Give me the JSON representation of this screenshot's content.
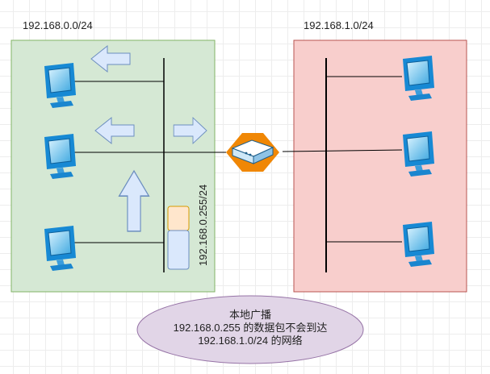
{
  "subnets": {
    "left": {
      "label": "192.168.0.0/24",
      "fill": "#d5e8d4",
      "stroke": "#82b366"
    },
    "right": {
      "label": "192.168.1.0/24",
      "fill": "#f8cecc",
      "stroke": "#b85450"
    }
  },
  "broadcast_address_label": "192.168.0.255/24",
  "note": {
    "lines": [
      "本地广播",
      "192.168.0.255 的数据包不会到达",
      "192.168.1.0/24 的网络"
    ],
    "fill": "#e1d5e7",
    "stroke": "#9673a6"
  },
  "icons": {
    "computer": "computer-monitor-icon",
    "router": "router-icon",
    "arrow": "block-arrow-icon"
  },
  "colors": {
    "router": "#f08705",
    "arrow_fill": "#dae8fc",
    "arrow_stroke": "#6c8ebf",
    "packet_top": "#ffe6cc",
    "packet_bottom": "#dae8fc"
  }
}
